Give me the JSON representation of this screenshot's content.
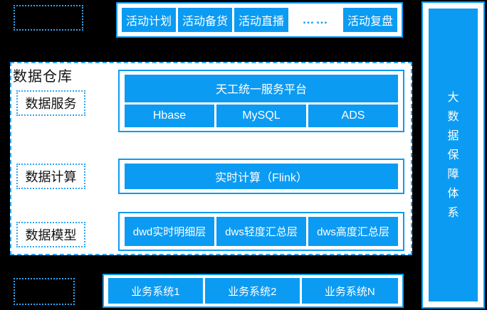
{
  "colors": {
    "background": "#000000",
    "panel": "#ffffff",
    "primary_blue": "#0c9bf2",
    "outline_blue": "#2fa5f4",
    "text_dark": "#111111",
    "text_light": "#ffffff"
  },
  "activity_bar": {
    "items": [
      "活动计划",
      "活动备货",
      "活动直播"
    ],
    "ellipsis": "……",
    "last_item": "活动复盘"
  },
  "warehouse": {
    "title": "数据仓库",
    "rows": [
      {
        "label": "数据服务",
        "platform": "天工统一服务平台",
        "stores": [
          "Hbase",
          "MySQL",
          "ADS"
        ]
      },
      {
        "label": "数据计算",
        "engine": "实时计算（Flink）"
      },
      {
        "label": "数据模型",
        "layers": [
          "dwd实时明细层",
          "dws轻度汇总层",
          "dws高度汇总层"
        ]
      }
    ]
  },
  "business_systems": [
    "业务系统1",
    "业务系统2",
    "业务系统N"
  ],
  "right_bar": {
    "title": "大数据保障体系"
  }
}
